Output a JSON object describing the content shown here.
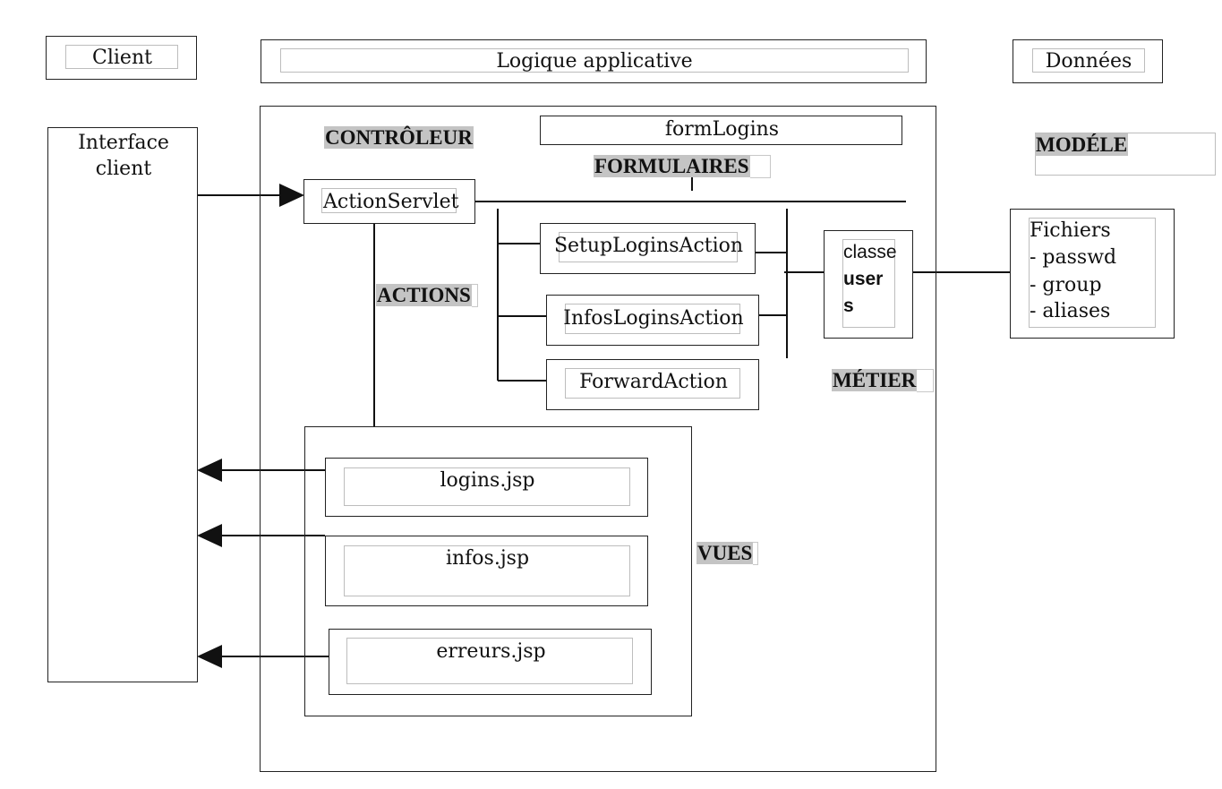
{
  "tiers": {
    "client": "Client",
    "logic": "Logique applicative",
    "data": "Données"
  },
  "interface_client": {
    "line1": "Interface",
    "line2": "client"
  },
  "labels": {
    "controleur": "CONTRÔLEUR",
    "formulaires": "FORMULAIRES",
    "actions": "ACTIONS",
    "metier": "MÉTIER",
    "vues": "VUES",
    "modele": "MODÉLE"
  },
  "components": {
    "form_logins": "formLogins",
    "action_servlet": "ActionServlet",
    "setup_logins_action": "SetupLoginsAction",
    "infos_logins_action": "InfosLoginsAction",
    "forward_action": "ForwardAction",
    "classe_users": {
      "line1": "classe",
      "line2": "user",
      "line3": "s"
    }
  },
  "views": {
    "logins": "logins.jsp",
    "infos": "infos.jsp",
    "erreurs": "erreurs.jsp"
  },
  "fichiers": {
    "title": "Fichiers",
    "items": [
      "- passwd",
      "- group",
      "- aliases"
    ]
  }
}
